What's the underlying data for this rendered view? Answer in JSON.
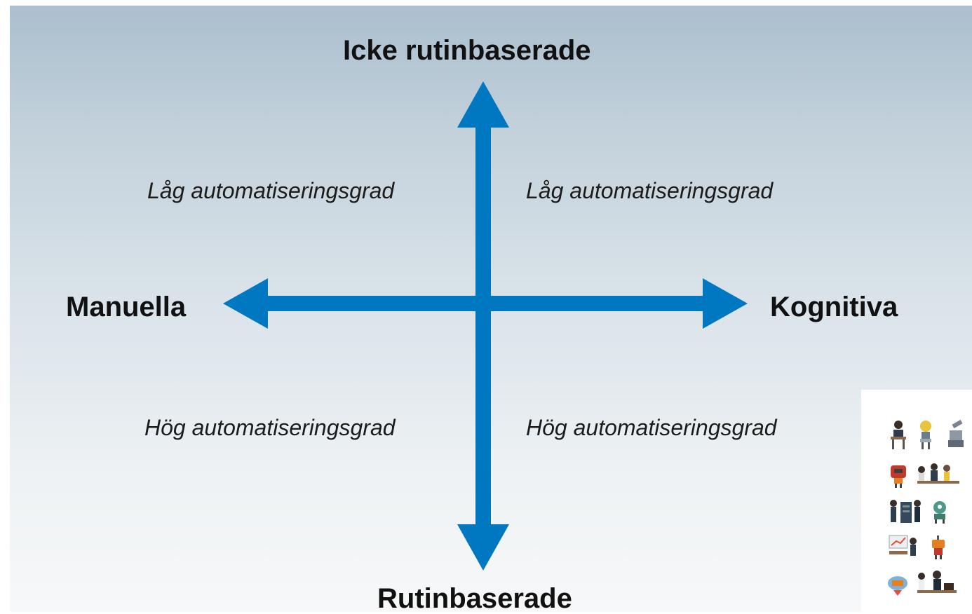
{
  "diagram": {
    "axis_labels": {
      "top": "Icke rutinbaserade",
      "bottom": "Rutinbaserade",
      "left": "Manuella",
      "right": "Kognitiva"
    },
    "quadrant_labels": {
      "top_left": "Låg automatiseringsgrad",
      "top_right": "Låg automatiseringsgrad",
      "bottom_left": "Hög automatiseringsgrad",
      "bottom_right": "Hög automatiseringsgrad"
    },
    "colors": {
      "arrow": "#0078c1",
      "background_top": "#abbfce",
      "background_bottom": "#f7f8f9"
    },
    "thumbnail_icons": [
      "office-worker-at-desk-icon",
      "yellow-robot-icon",
      "robot-arm-icon",
      "red-robot-icon",
      "meeting-group-icon",
      "people-at-server-icon",
      "green-robot-icon",
      "presentation-group-icon",
      "orange-robot-icon",
      "robot-head-icon",
      "people-with-laptop-icon"
    ]
  }
}
